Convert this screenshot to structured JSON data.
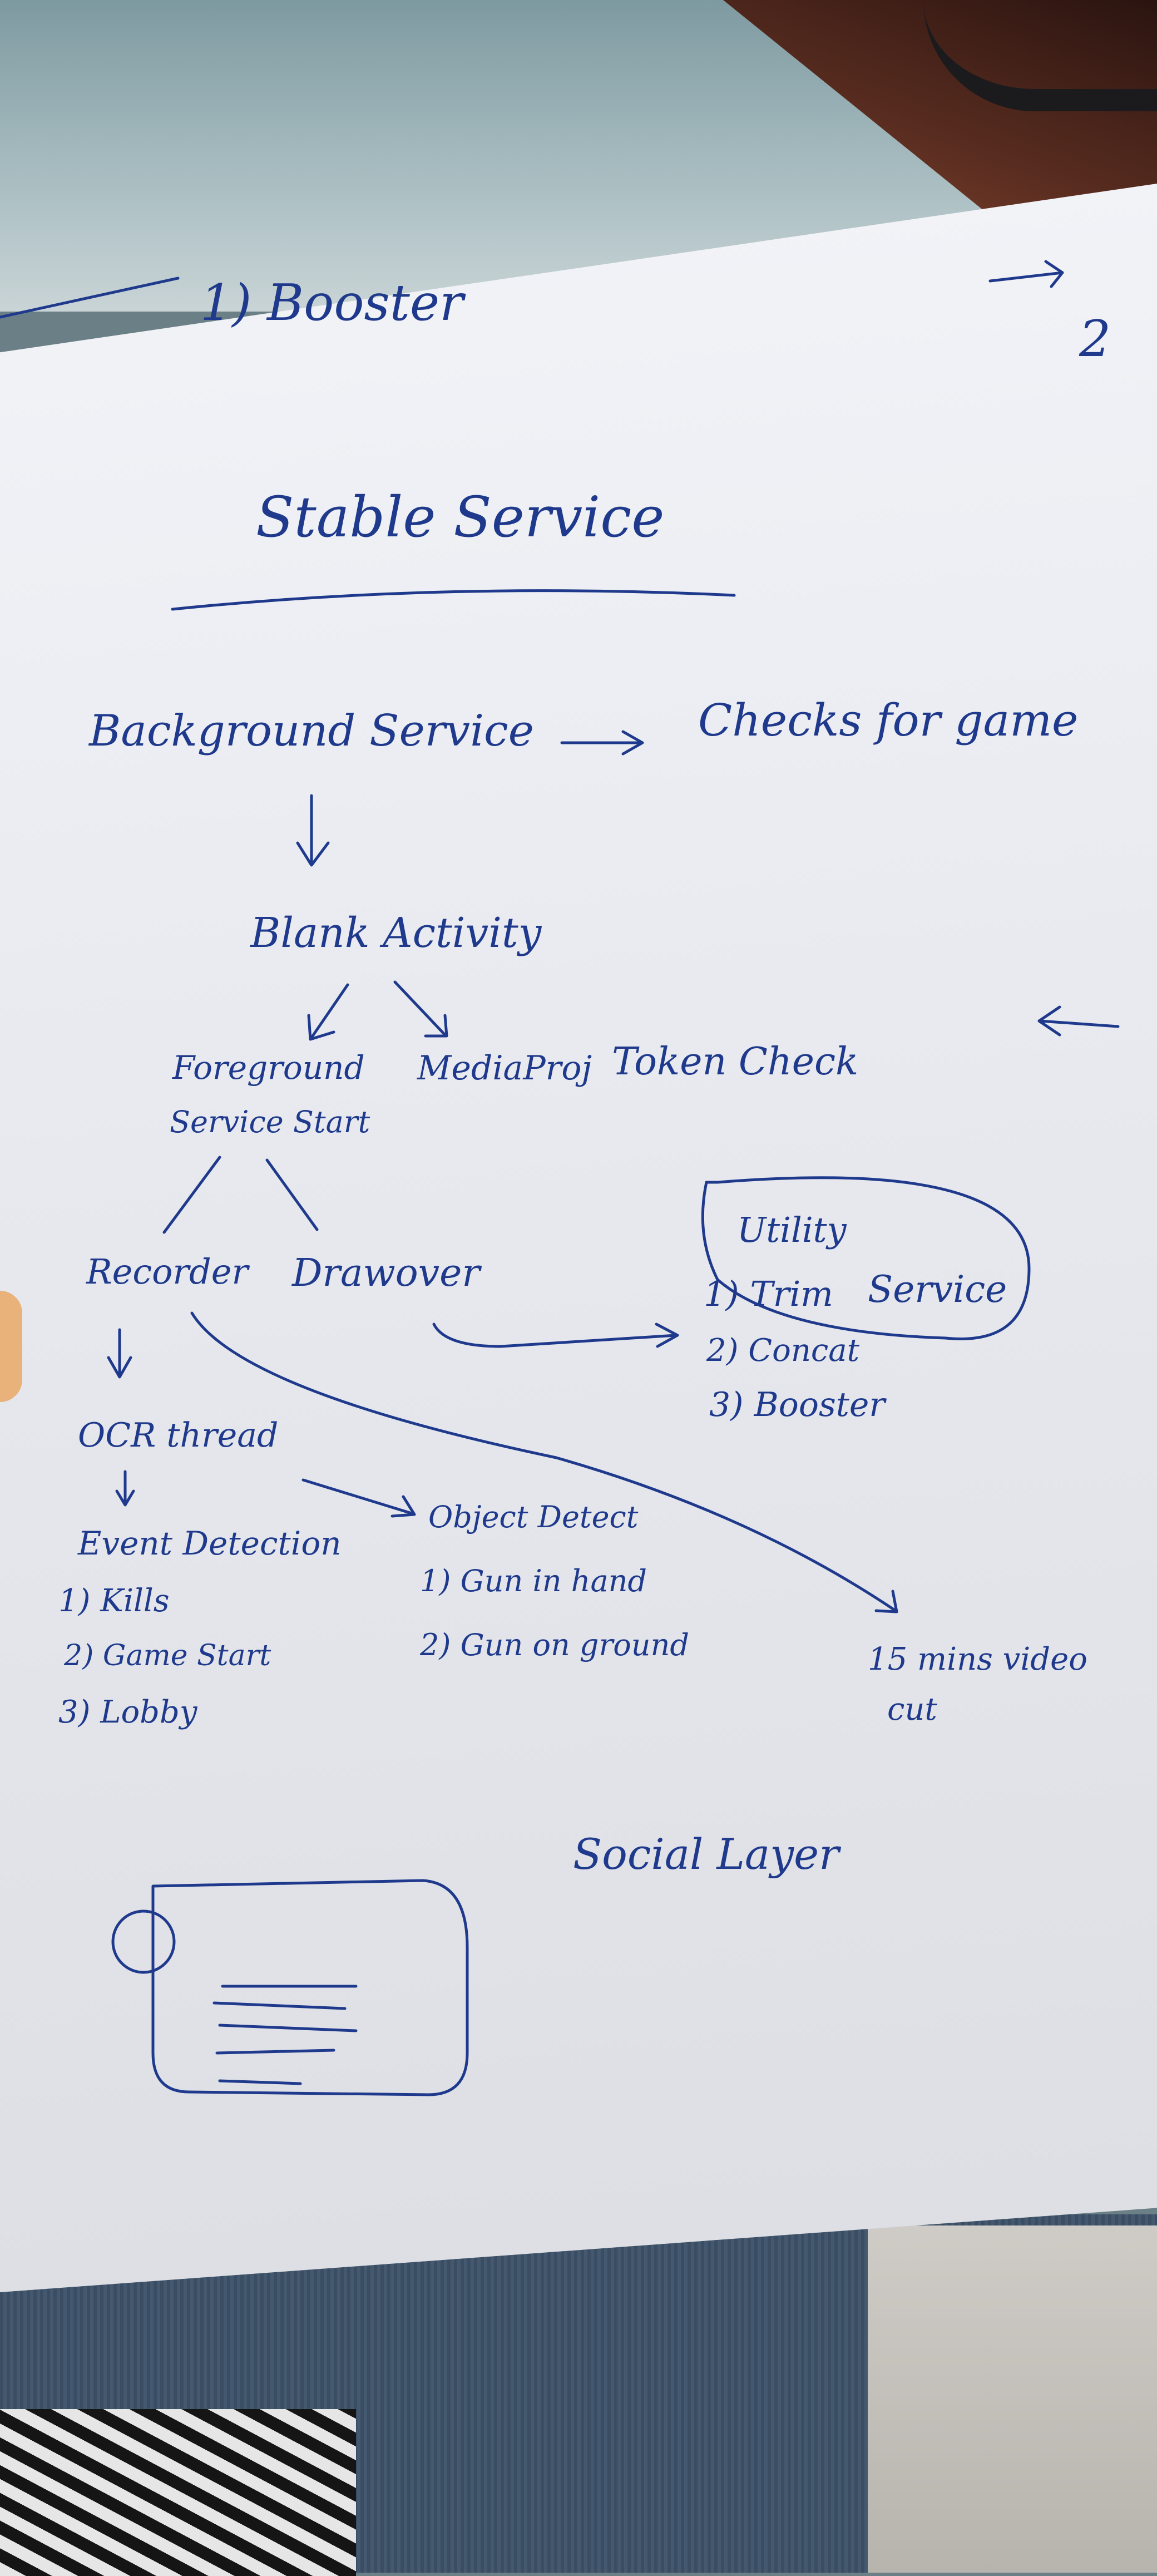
{
  "colors": {
    "ink": "#1f3a8c",
    "paper": "#eceef3"
  },
  "header": {
    "list_number": "1)",
    "item": "Booster",
    "page_mark": "2"
  },
  "title": "Stable Service",
  "nodes": {
    "background_service": "Background Service",
    "checks_for_game": "Checks for game",
    "blank_activity": "Blank Activity",
    "foreground_line1": "Foreground",
    "foreground_line2": "Service Start",
    "media_proj": "MediaProj",
    "token_check": "Token Check",
    "recorder": "Recorder",
    "drawover": "Drawover",
    "ocr_thread": "OCR thread",
    "event_detection": "Event Detection",
    "object_detect": "Object Detect",
    "cut_line1": "15 mins video",
    "cut_line2": "cut",
    "social_layer": "Social Layer"
  },
  "utility": {
    "title": "Utility",
    "service": "Service",
    "items": [
      "1) Trim",
      "2) Concat",
      "3) Booster"
    ]
  },
  "event_items": [
    "1) Kills",
    "2) Game Start",
    "3) Lobby"
  ],
  "object_items": [
    "1) Gun in hand",
    "2) Gun on ground"
  ]
}
